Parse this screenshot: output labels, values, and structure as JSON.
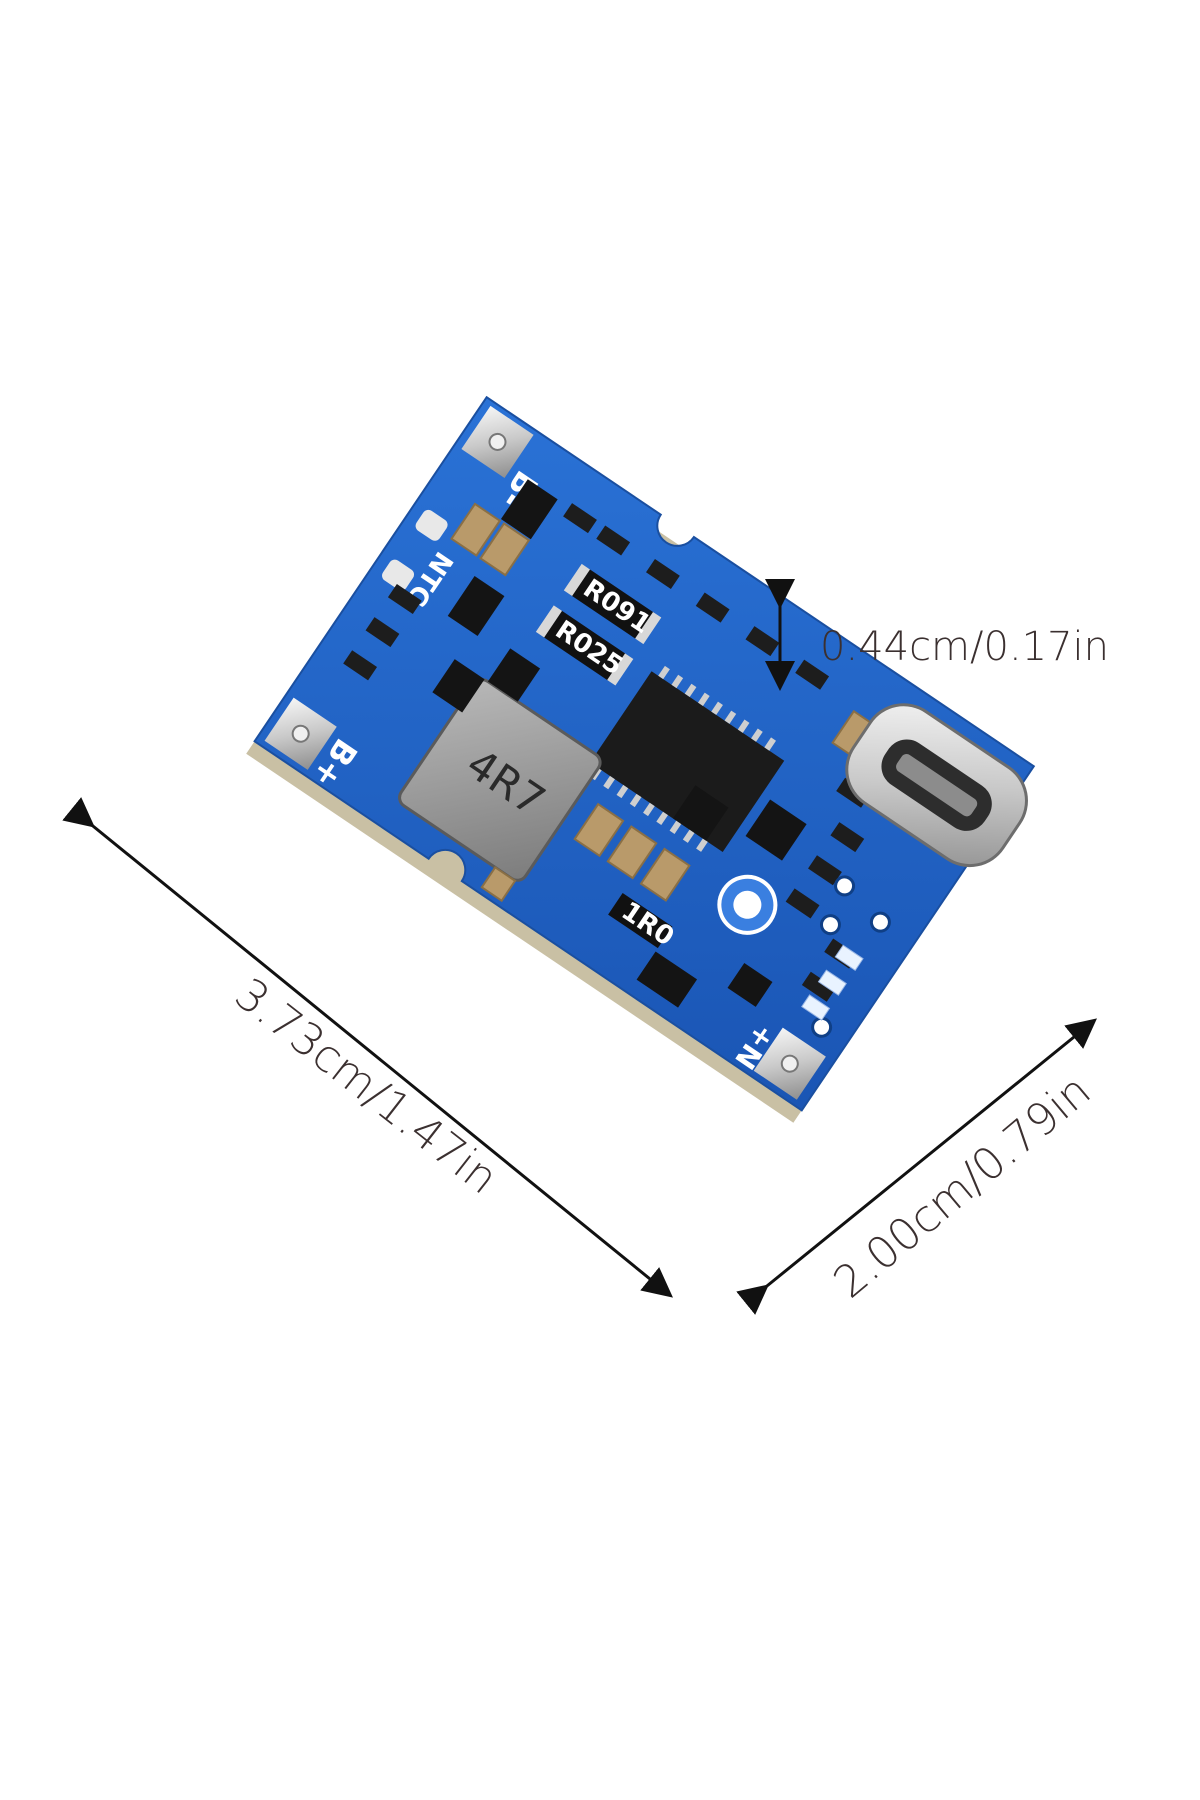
{
  "dimensions": {
    "thickness": "0.44cm/0.17in",
    "length": "3.73cm/1.47in",
    "width": "2.00cm/0.79in"
  },
  "board": {
    "silkscreen": {
      "b_minus": "B-",
      "b_plus": "B+",
      "ntc": "NTC",
      "in_plus": "+N"
    },
    "inductor_marking": "4R7",
    "shunt_1": "R091",
    "shunt_2": "R025",
    "resistor_1r0": "1R0"
  },
  "colors": {
    "pcb": "#1f64c8",
    "pcb_dark": "#164fa3",
    "text": "#3b3030"
  }
}
